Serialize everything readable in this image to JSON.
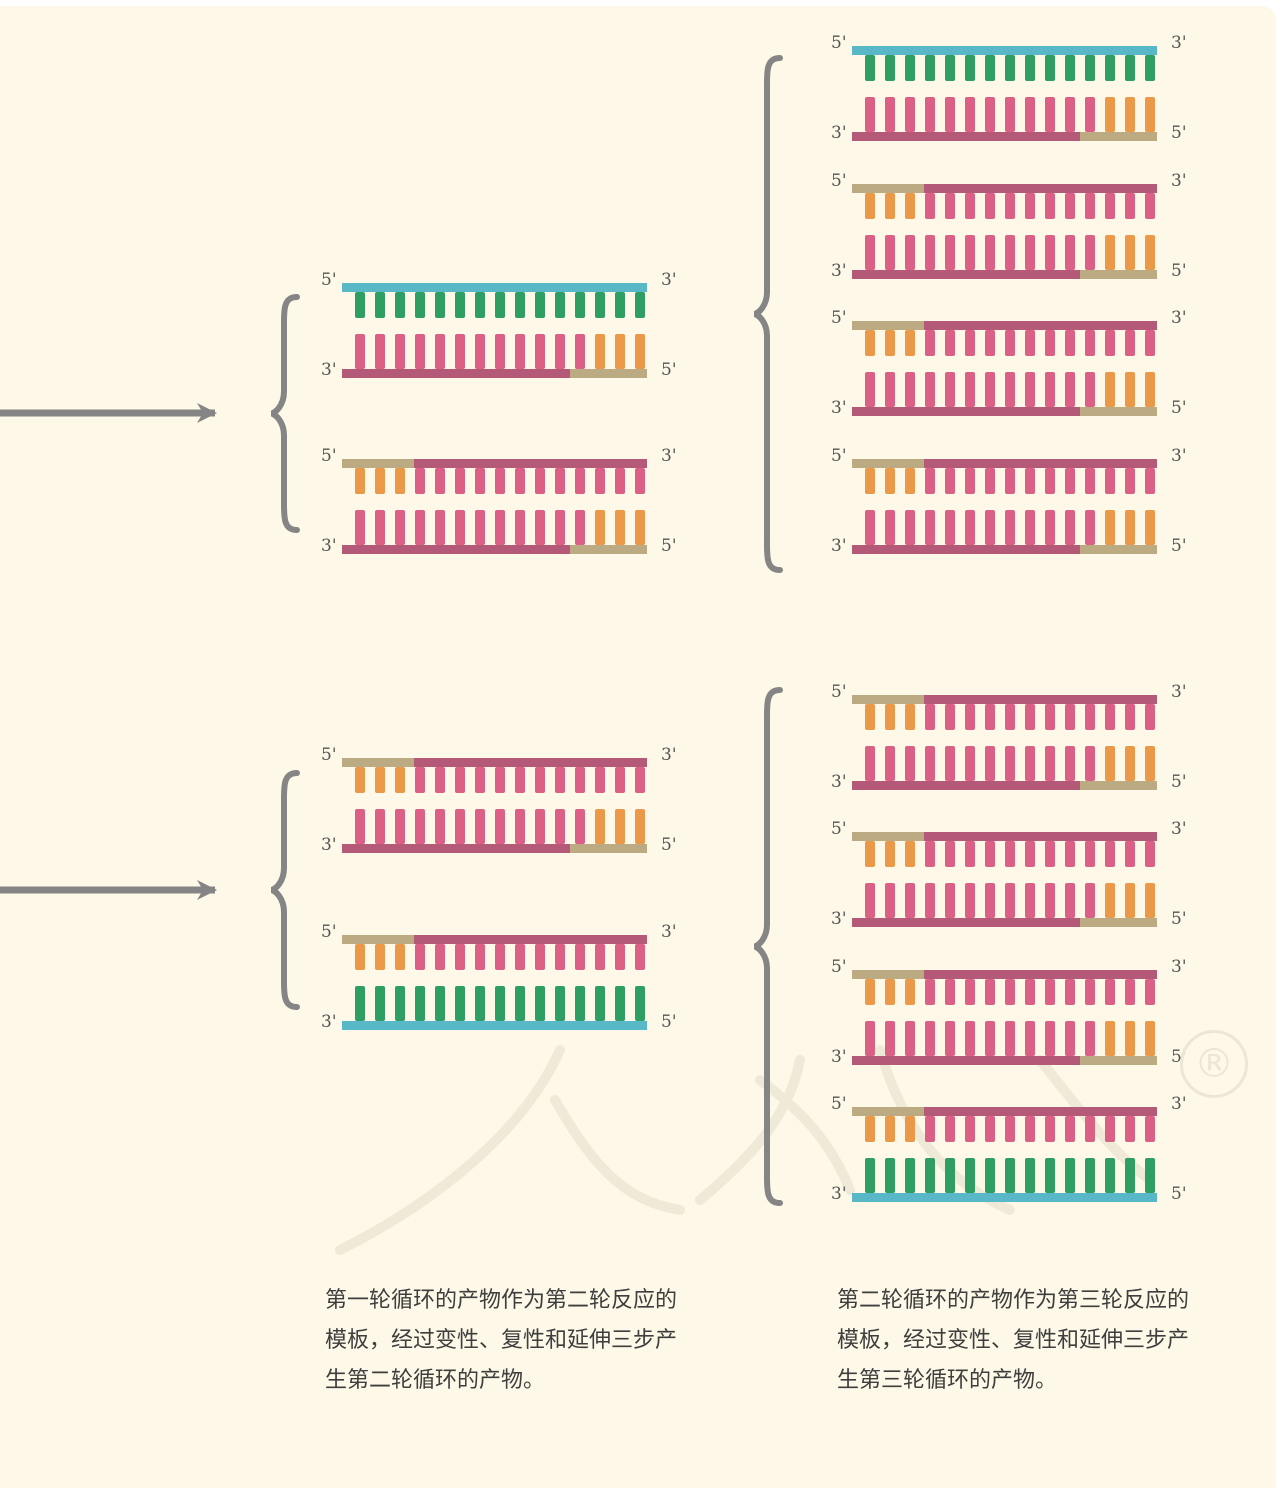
{
  "legend_colors": {
    "original_template_strand": "#58b8c8",
    "original_template_bases": "#2e9e62",
    "new_strand_backbone": "#b45a78",
    "new_strand_bases": "#dc5f85",
    "primer_backbone": "#bcab82",
    "primer_bases": "#eb9848",
    "bracket_and_arrow": "#858585"
  },
  "strand_end_labels": {
    "five_prime": "5'",
    "three_prime": "3'"
  },
  "products": {
    "round2": {
      "group_a": [
        {
          "top_strand": "original",
          "bottom_strand": "new"
        },
        {
          "top_strand": "new",
          "bottom_strand": "new"
        }
      ],
      "group_b": [
        {
          "top_strand": "new",
          "bottom_strand": "new"
        },
        {
          "top_strand": "new",
          "bottom_strand": "original"
        }
      ]
    },
    "round3": {
      "group_a": [
        {
          "top_strand": "original",
          "bottom_strand": "new"
        },
        {
          "top_strand": "new",
          "bottom_strand": "new"
        },
        {
          "top_strand": "new",
          "bottom_strand": "new"
        },
        {
          "top_strand": "new",
          "bottom_strand": "new"
        }
      ],
      "group_b": [
        {
          "top_strand": "new",
          "bottom_strand": "new"
        },
        {
          "top_strand": "new",
          "bottom_strand": "new"
        },
        {
          "top_strand": "new",
          "bottom_strand": "new"
        },
        {
          "top_strand": "new",
          "bottom_strand": "original"
        }
      ]
    }
  },
  "captions": {
    "round2": "第一轮循环的产物作为第二轮反应的模板，经过变性、复性和延伸三步产生第二轮循环的产物。",
    "round3": "第二轮循环的产物作为第三轮反应的模板，经过变性、复性和延伸三步产生第三轮循环的产物。"
  }
}
